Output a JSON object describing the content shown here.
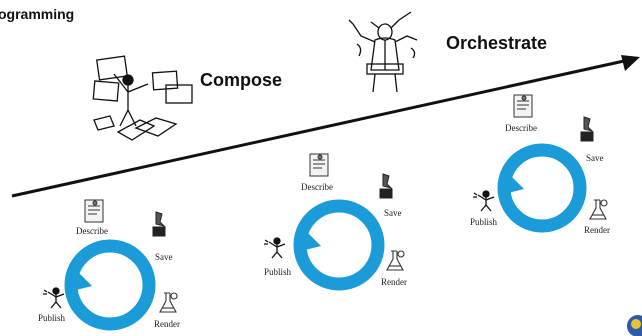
{
  "title_fragment": "ogramming",
  "stages": {
    "compose": "Compose",
    "orchestrate": "Orchestrate"
  },
  "cycles": [
    {
      "describe": "Describe",
      "save": "Save",
      "render": "Render",
      "publish": "Publish"
    },
    {
      "describe": "Describe",
      "save": "Save",
      "render": "Render",
      "publish": "Publish"
    },
    {
      "describe": "Describe",
      "save": "Save",
      "render": "Render",
      "publish": "Publish"
    }
  ],
  "colors": {
    "cycle": "#1b9bd7",
    "arrow": "#111111",
    "corner_logo": "#2e5aa8"
  },
  "icons": [
    "composer-figure-icon",
    "conductor-figure-icon",
    "describe-document-icon",
    "save-disk-icon",
    "render-flask-icon",
    "publish-figure-icon",
    "corner-logo-icon"
  ]
}
